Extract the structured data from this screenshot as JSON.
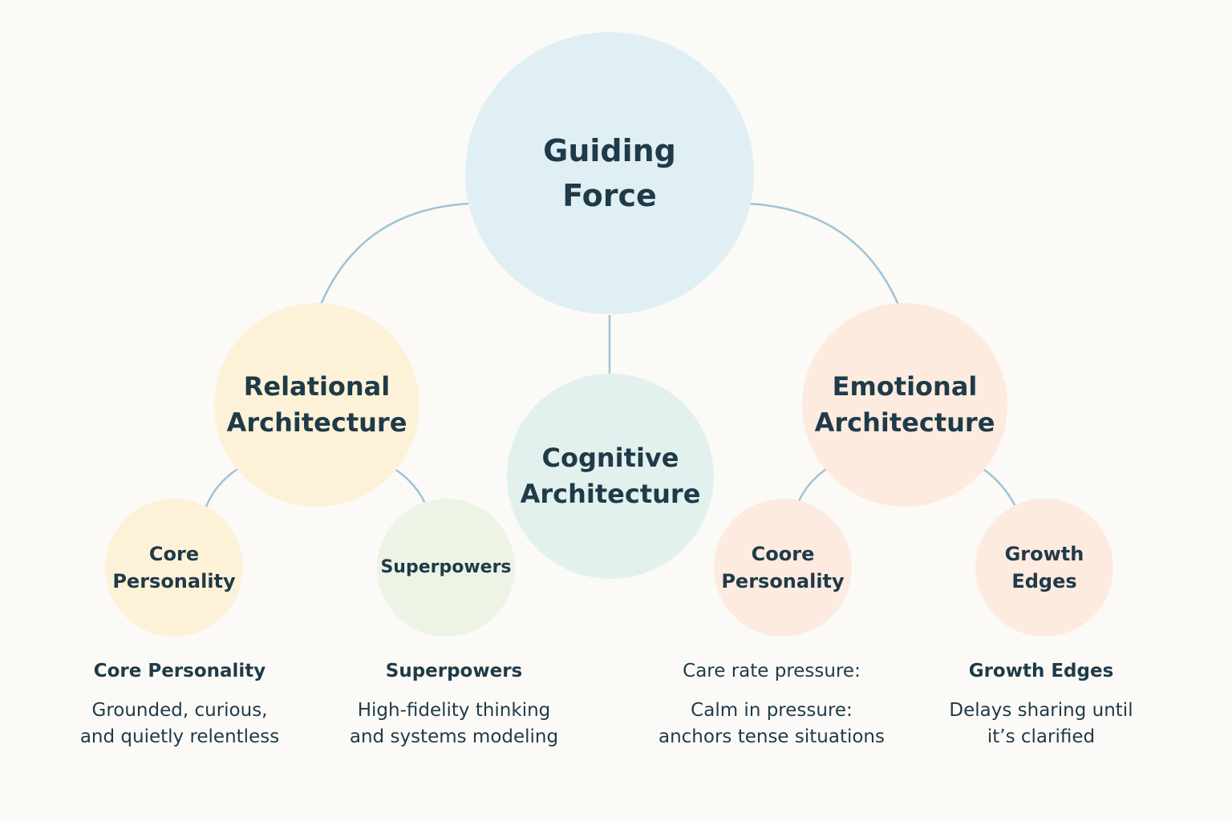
{
  "nodes": {
    "root": {
      "label": "Guiding\nForce",
      "color": "#e0eff4"
    },
    "relational": {
      "label": "Relational\nArchitecture",
      "color": "#fdf2d8"
    },
    "cognitive": {
      "label": "Cognitive\nArchitecture",
      "color": "#e2f1ee"
    },
    "emotional": {
      "label": "Emotional\nArchitecture",
      "color": "#fdebe0"
    },
    "core_personality_left": {
      "label": "Core\nPersonality",
      "color": "#fdf2d8"
    },
    "superpowers": {
      "label": "Superpowers",
      "color": "#edf4e6"
    },
    "core_personality_right": {
      "label": "Coore\nPersonality",
      "color": "#fdebe0"
    },
    "growth_edges": {
      "label": "Growth\nEdges",
      "color": "#fdebe0"
    }
  },
  "descriptions": [
    {
      "heading": "Core Personality",
      "body": "Grounded, curious,\nand quietly relentless"
    },
    {
      "heading": "Superpowers",
      "body": "High-fidelity thinking\nand systems modeling"
    },
    {
      "heading": "Care rate pressure:",
      "body": "Calm in pressure:\nanchors tense situations"
    },
    {
      "heading": "Growth Edges",
      "body": "Delays sharing until\nit’s clarified"
    }
  ],
  "connector_color": "#9fc3d6",
  "text_color": "#1f3a48",
  "background_color": "#fbfaf7"
}
